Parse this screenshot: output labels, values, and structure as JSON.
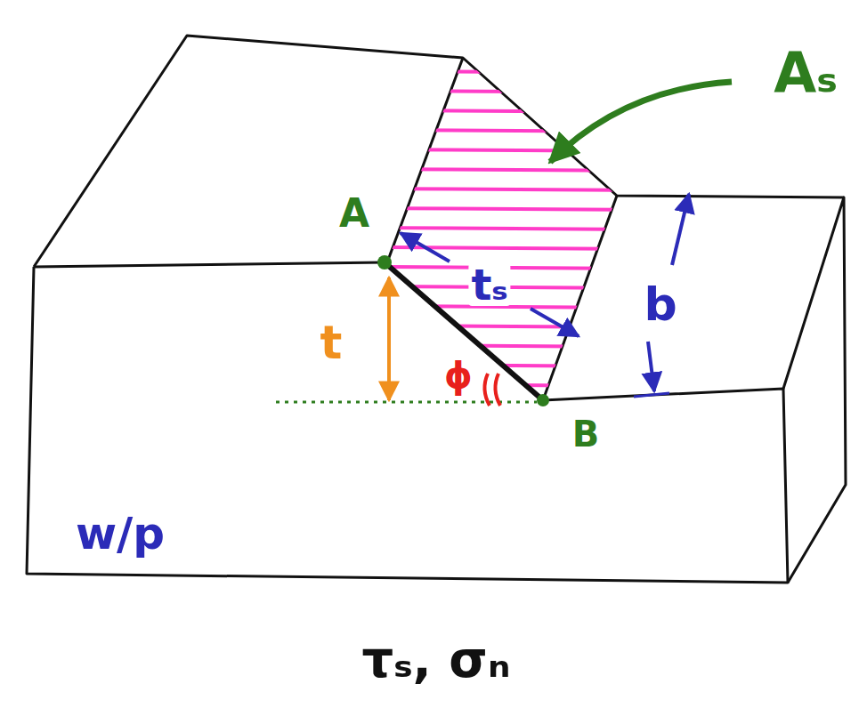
{
  "diagram": {
    "labels": [
      "Aₛ",
      "A",
      "tₛ",
      "b",
      "t",
      "ϕ",
      "B",
      "w/p",
      "τₛ, σₙ"
    ]
  }
}
